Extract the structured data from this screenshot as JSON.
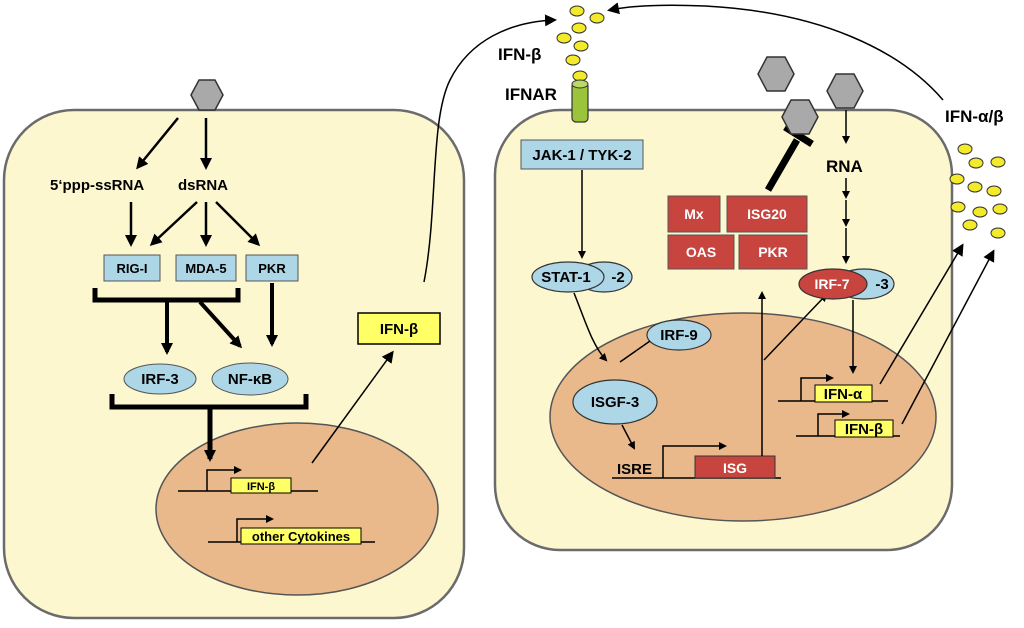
{
  "colors": {
    "cell_fill": "#fdf7cf",
    "cell_stroke": "#6b6b6b",
    "nucleus_fill": "#e9b98c",
    "sensor_box": "#add7e6",
    "yellow_box": "#ffff66",
    "red_box": "#c8453f",
    "virus": "#a9a9a9",
    "ifn_dot": "#f2ea2a",
    "receptor": "#9bc43a"
  },
  "icons": [
    "virus-hexagon-icon",
    "receptor-icon",
    "ifn-molecule-icon",
    "gene-promoter-arrow-icon",
    "inhibition-bar-icon"
  ],
  "left_cell": {
    "rna_5ppp": "5‘ppp-ssRNA",
    "rna_ds": "dsRNA",
    "rig_i": "RIG-I",
    "mda5": "MDA-5",
    "pkr": "PKR",
    "irf3": "IRF-3",
    "nfkb": "NF-κB",
    "ifnb_gene": "IFN-β",
    "other_cytokines": "other Cytokines",
    "ifnb_secreted": "IFN-β"
  },
  "extracellular": {
    "ifnb": "IFN-β",
    "ifnar": "IFNAR",
    "ifn_ab": "IFN-α/β"
  },
  "right_cell": {
    "jak": "JAK-1 / TYK-2",
    "stat1": "STAT-1",
    "stat2": "-2",
    "irf9": "IRF-9",
    "isgf3": "ISGF-3",
    "isre": "ISRE",
    "isg": "ISG",
    "mx": "Mx",
    "isg20": "ISG20",
    "oas": "OAS",
    "pkr": "PKR",
    "rna": "RNA",
    "irf7": "IRF-7",
    "irf3": "-3",
    "ifna_gene": "IFN-α",
    "ifnb_gene": "IFN-β"
  }
}
